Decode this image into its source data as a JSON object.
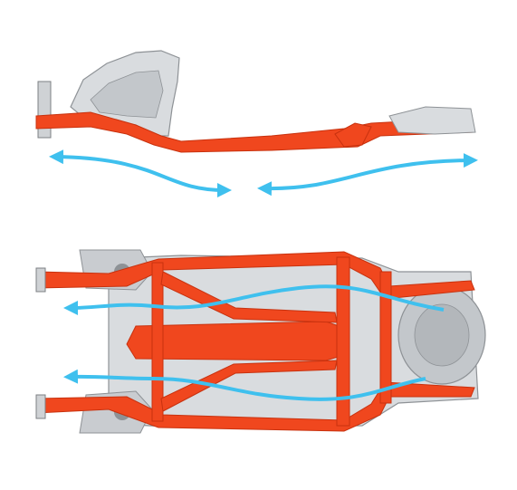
{
  "colors": {
    "frame": "#f0471e",
    "frame_dark": "#c8320f",
    "floor": "#d9dcdf",
    "floor_dark": "#a9adb2",
    "arrow": "#3fc0ee",
    "background": "#ffffff"
  },
  "views": [
    {
      "name": "side-view",
      "arrows": [
        "left-arrow",
        "right-arrow"
      ]
    },
    {
      "name": "top-view",
      "arrows": [
        "upper-left-arrow",
        "lower-left-arrow"
      ]
    }
  ]
}
